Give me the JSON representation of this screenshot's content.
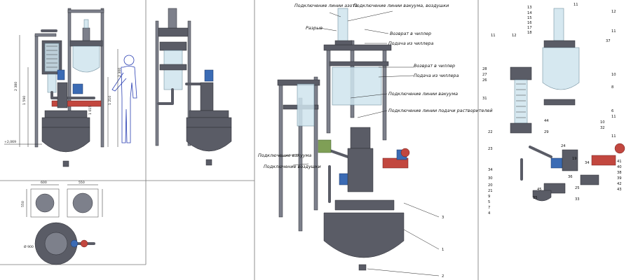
{
  "left_panel": {
    "dimensions": [
      "2 380",
      "1 590",
      "1 210",
      "1 015",
      "2 300",
      "+2,069",
      "600",
      "550",
      "550",
      "Ø 900"
    ]
  },
  "iso_panel": {
    "labels": [
      "Подключение линии азота",
      "Подключение линии вакуума, воздушки",
      "Разрыв",
      "Возврат в чиллер",
      "Подача из чиллера",
      "Возврат в чиллер",
      "Подача из чиллера",
      "Подключение линии вакуума",
      "Подключение линии подачи растворителей",
      "Подключение вакуума",
      "Подключение воздушки"
    ],
    "callouts": [
      "3",
      "1",
      "2"
    ]
  },
  "parts_panel": {
    "callouts": [
      "13",
      "14",
      "15",
      "16",
      "17",
      "18",
      "11",
      "12",
      "11",
      "12",
      "37",
      "10",
      "11",
      "28",
      "27",
      "26",
      "31",
      "8",
      "6",
      "11",
      "11",
      "44",
      "10",
      "32",
      "29",
      "24",
      "22",
      "23",
      "34",
      "30",
      "20",
      "21",
      "9",
      "5",
      "7",
      "4",
      "45",
      "19",
      "36",
      "35",
      "33",
      "41",
      "40",
      "38",
      "39",
      "42",
      "43",
      "25",
      "34"
    ]
  }
}
